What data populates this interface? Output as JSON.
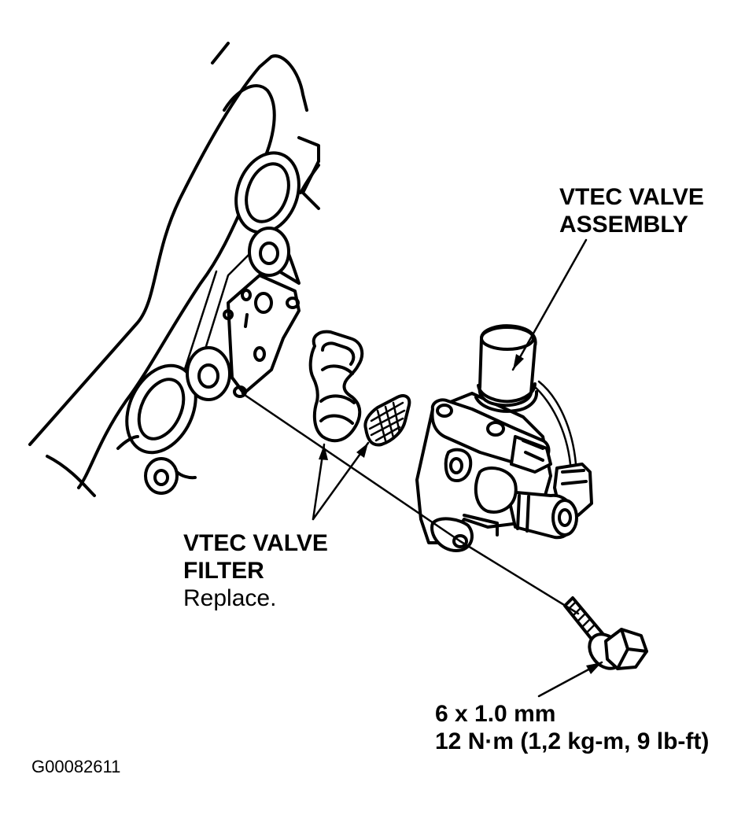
{
  "labels": {
    "valve_assembly_line1": "VTEC VALVE",
    "valve_assembly_line2": "ASSEMBLY",
    "valve_filter_line1": "VTEC VALVE",
    "valve_filter_line2": "FILTER",
    "valve_filter_instruction": "Replace.",
    "bolt_size": "6 x 1.0 mm",
    "bolt_torque": "12 N·m (1,2 kg-m, 9 lb-ft)",
    "figure_code": "G00082611"
  },
  "colors": {
    "ink": "#000000",
    "background": "#ffffff"
  }
}
